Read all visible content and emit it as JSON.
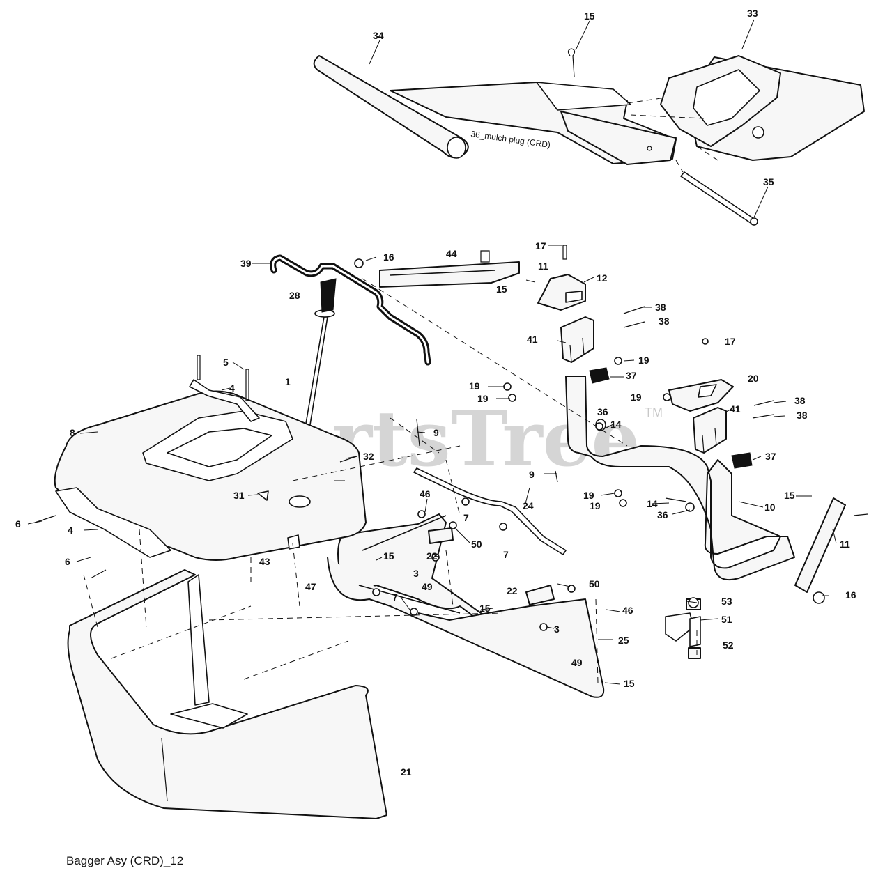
{
  "caption": "Bagger Asy (CRD)_12",
  "watermark": {
    "text": "PartsTree",
    "tm": "TM"
  },
  "note_mulch_plug": "36_mulch plug (CRD)",
  "callouts": [
    "34",
    "15",
    "33",
    "35",
    "39",
    "16",
    "44",
    "17",
    "11",
    "12",
    "15",
    "28",
    "38",
    "38",
    "41",
    "17",
    "19",
    "37",
    "20",
    "19",
    "19",
    "19",
    "38",
    "38",
    "5",
    "1",
    "4",
    "36",
    "41",
    "8",
    "9",
    "14",
    "37",
    "32",
    "9",
    "31",
    "19",
    "19",
    "14",
    "36",
    "10",
    "15",
    "46",
    "7",
    "24",
    "6",
    "4",
    "50",
    "22",
    "3",
    "7",
    "11",
    "6",
    "43",
    "15",
    "47",
    "49",
    "22",
    "50",
    "7",
    "15",
    "46",
    "3",
    "25",
    "53",
    "51",
    "52",
    "16",
    "49",
    "15",
    "21"
  ]
}
